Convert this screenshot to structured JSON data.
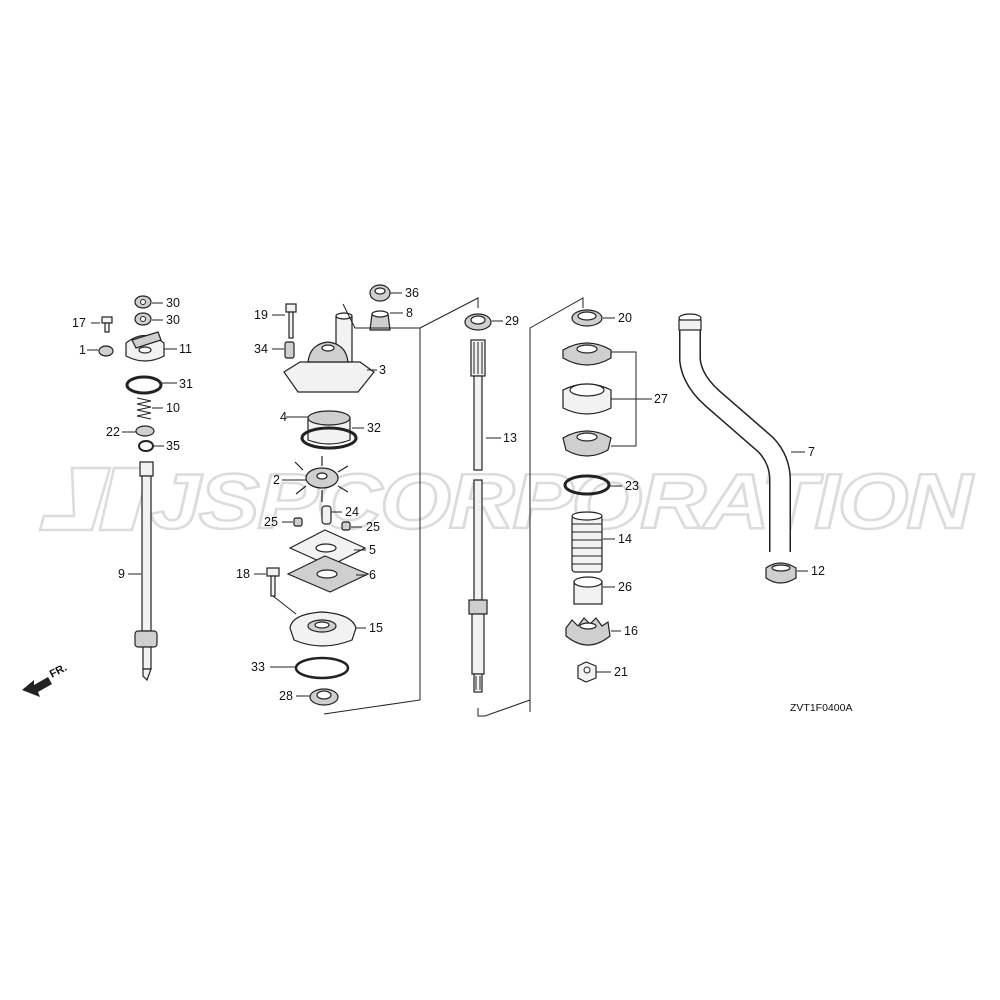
{
  "watermark": "JSPCORPORATION",
  "diagram_code": "ZVT1F0400A",
  "front_label": "FR.",
  "callouts": {
    "c1": "1",
    "c2": "2",
    "c3": "3",
    "c4": "4",
    "c5": "5",
    "c6": "6",
    "c7": "7",
    "c8": "8",
    "c9": "9",
    "c10": "10",
    "c11": "11",
    "c12": "12",
    "c13": "13",
    "c14": "14",
    "c15": "15",
    "c16": "16",
    "c17": "17",
    "c18": "18",
    "c19": "19",
    "c20": "20",
    "c21": "21",
    "c22": "22",
    "c23": "23",
    "c24": "24",
    "c25a": "25",
    "c25b": "25",
    "c26": "26",
    "c27": "27",
    "c28": "28",
    "c29": "29",
    "c30a": "30",
    "c30b": "30",
    "c31": "31",
    "c32": "32",
    "c33": "33",
    "c34": "34",
    "c35": "35",
    "c36": "36"
  }
}
